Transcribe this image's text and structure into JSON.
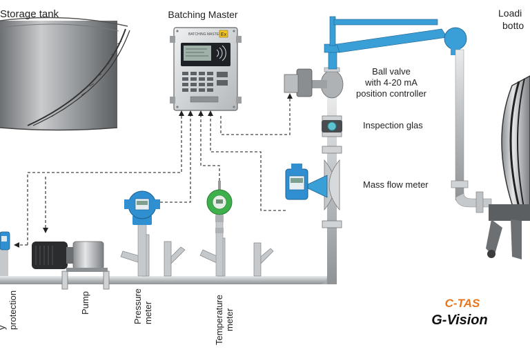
{
  "labels": {
    "storage_tank": "Storage tank",
    "batching_master": "Batching Master",
    "loading_bottom_line1": "Loadi",
    "loading_bottom_line2": "botto",
    "ball_valve_line1": "Ball valve",
    "ball_valve_line2": "with 4-20 mA",
    "ball_valve_line3": "position controller",
    "inspection_glass": "Inspection glas",
    "mass_flow_meter": "Mass flow meter",
    "overfill_protection_line1": "y",
    "overfill_protection_line2": "protection",
    "pump": "Pump",
    "pressure_meter_line1": "Pressure",
    "pressure_meter_line2": "meter",
    "temperature_meter_line1": "Temperature",
    "temperature_meter_line2": "meter"
  },
  "panel": {
    "badge": "Ex",
    "plate": "BATCHING MASTER"
  },
  "brand": {
    "top": "C-TAS",
    "bottom": "G-Vision"
  },
  "colors": {
    "pipe_gray": "#c6c9cc",
    "pipe_blue": "#3a9fd6",
    "device_blue": "#2f8fd0",
    "device_green": "#3db04b",
    "brand_orange": "#e8761e",
    "brand_black": "#111111"
  }
}
